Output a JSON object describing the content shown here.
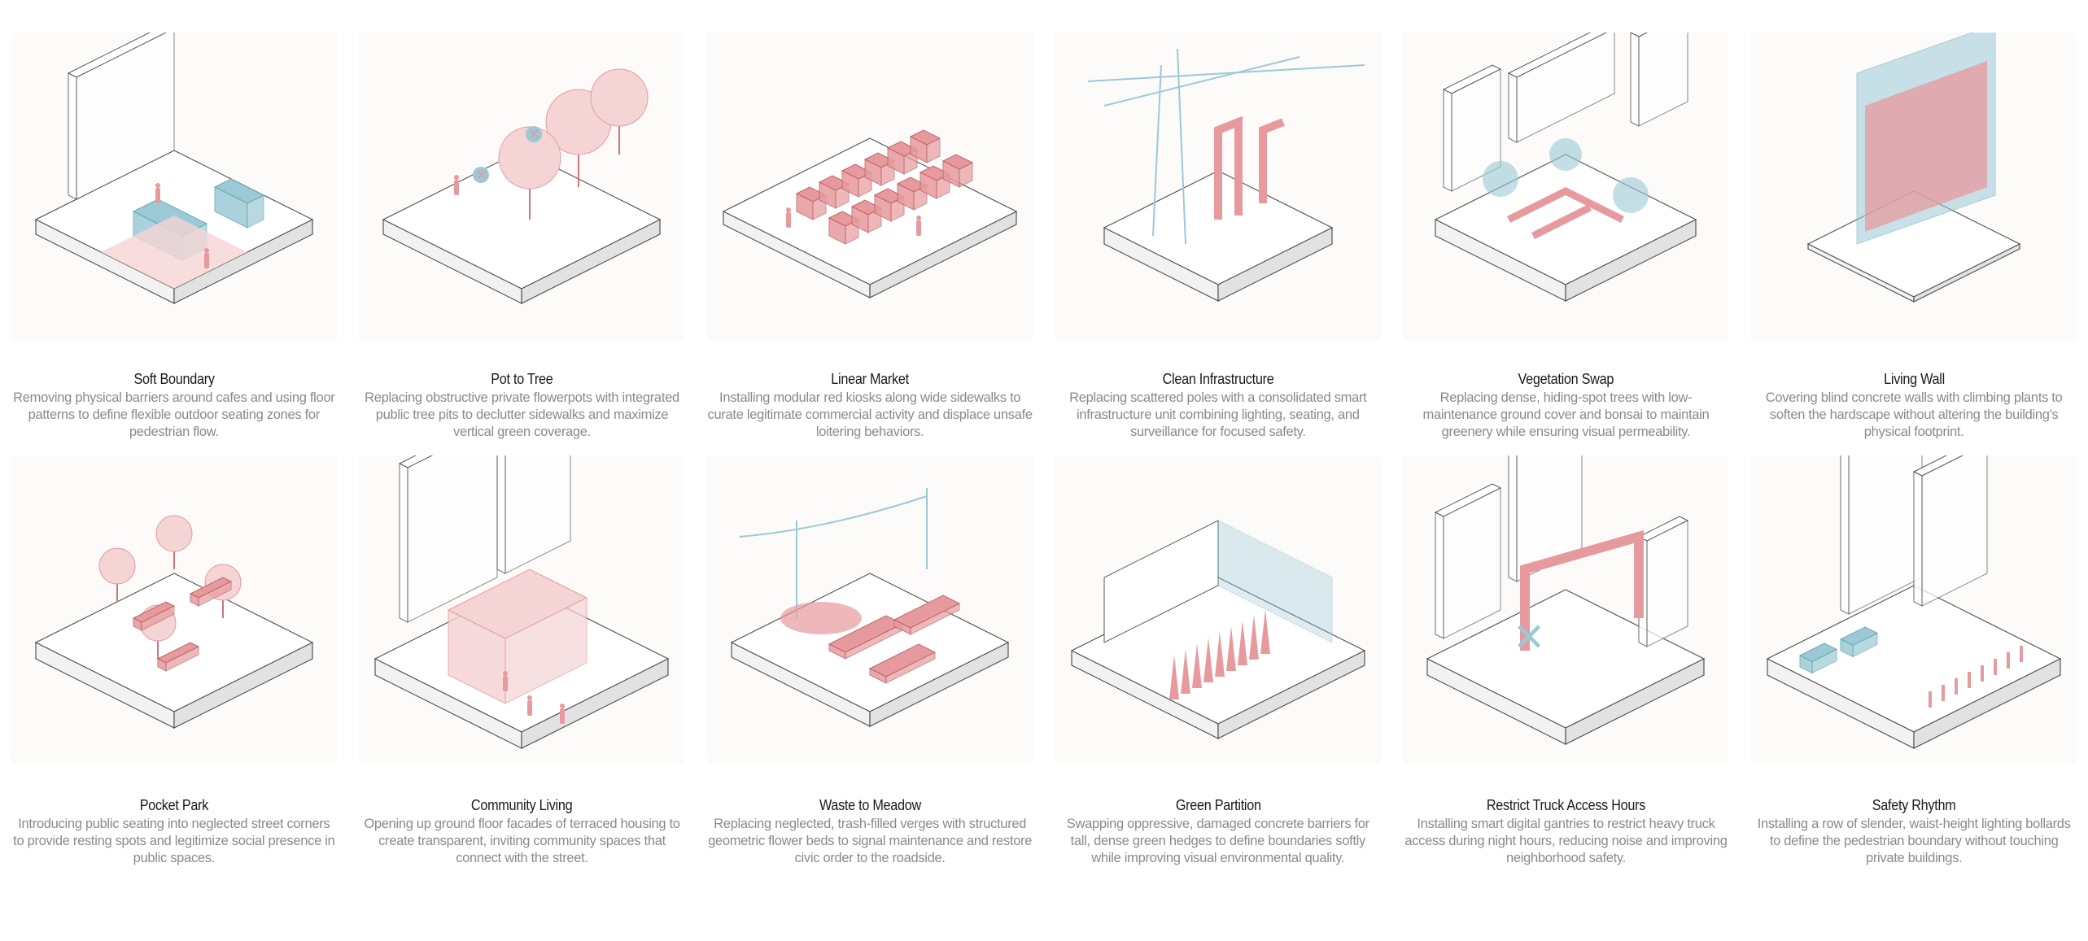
{
  "accent_colors": {
    "pink": "#e79a9e",
    "pink_light": "#f5d4d5",
    "blue": "#9cc9d6",
    "line": "#555555"
  },
  "cards": [
    {
      "icon": "soft-boundary-illustration",
      "title": "Soft Boundary",
      "desc": "Removing physical barriers around cafes and using floor patterns to define flexible outdoor seating zones for pedestrian flow."
    },
    {
      "icon": "pot-to-tree-illustration",
      "title": "Pot to Tree",
      "desc": "Replacing obstructive private flowerpots with integrated public tree pits to declutter sidewalks and maximize vertical green coverage."
    },
    {
      "icon": "linear-market-illustration",
      "title": "Linear Market",
      "desc": "Installing modular red kiosks along wide sidewalks to curate legitimate commercial activity and displace unsafe loitering behaviors."
    },
    {
      "icon": "clean-infrastructure-illustration",
      "title": "Clean Infrastructure",
      "desc": "Replacing scattered poles with a consolidated smart infrastructure unit combining lighting, seating, and surveillance for focused safety."
    },
    {
      "icon": "vegetation-swap-illustration",
      "title": "Vegetation Swap",
      "desc": "Replacing dense, hiding-spot trees with low-maintenance ground cover and bonsai to maintain greenery while ensuring visual permeability."
    },
    {
      "icon": "living-wall-illustration",
      "title": "Living Wall",
      "desc": "Covering blind concrete walls with climbing plants to soften the hardscape without altering the building's physical footprint."
    },
    {
      "icon": "pocket-park-illustration",
      "title": "Pocket Park",
      "desc": "Introducing public seating into neglected street corners to provide resting spots and legitimize social presence in public spaces."
    },
    {
      "icon": "community-living-illustration",
      "title": "Community Living",
      "desc": "Opening up ground floor facades of terraced housing to create transparent, inviting community spaces that connect with the street."
    },
    {
      "icon": "waste-to-meadow-illustration",
      "title": "Waste to Meadow",
      "desc": "Replacing neglected, trash-filled verges with structured geometric flower beds to signal maintenance and restore civic order to the roadside."
    },
    {
      "icon": "green-partition-illustration",
      "title": "Green Partition",
      "desc": "Swapping oppressive, damaged concrete barriers for tall, dense green hedges to define boundaries softly while improving visual environmental quality."
    },
    {
      "icon": "restrict-truck-illustration",
      "title": "Restrict Truck Access Hours",
      "desc": "Installing smart digital gantries to restrict heavy truck access during night hours, reducing noise and improving neighborhood safety."
    },
    {
      "icon": "safety-rhythm-illustration",
      "title": "Safety Rhythm",
      "desc": "Installing a row of slender, waist-height lighting bollards to define the pedestrian boundary without touching private buildings."
    }
  ]
}
